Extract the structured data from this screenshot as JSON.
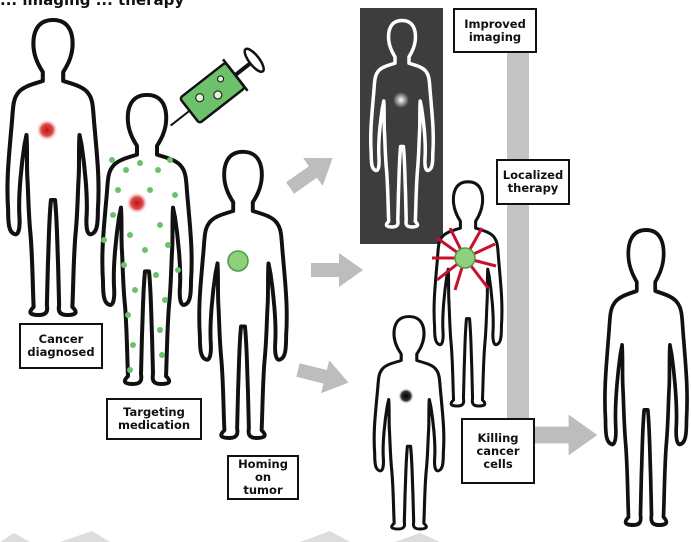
{
  "header": {
    "title_fragment": "... imaging ... therapy"
  },
  "labels": {
    "cancer_diagnosed": "Cancer\ndiagnosed",
    "targeting_medication": "Targeting\nmedication",
    "homing_on_tumor": "Homing on\ntumor",
    "improved_imaging": "Improved\nimaging",
    "localized_therapy": "Localized\ntherapy",
    "killing_cancer_cells": "Killing\ncancer\ncells"
  },
  "colors": {
    "outline": "#111111",
    "tumor_red": "#d83a3a",
    "medication_green": "#6cc16a",
    "arrow_gray": "#bdbdbd",
    "panel_dark": "#3f3f3f",
    "ray_red": "#c8102e"
  },
  "icons": [
    "human-figure-icon",
    "syringe-icon",
    "arrow-icon",
    "tumor-spot-icon",
    "glow-spot-icon"
  ]
}
